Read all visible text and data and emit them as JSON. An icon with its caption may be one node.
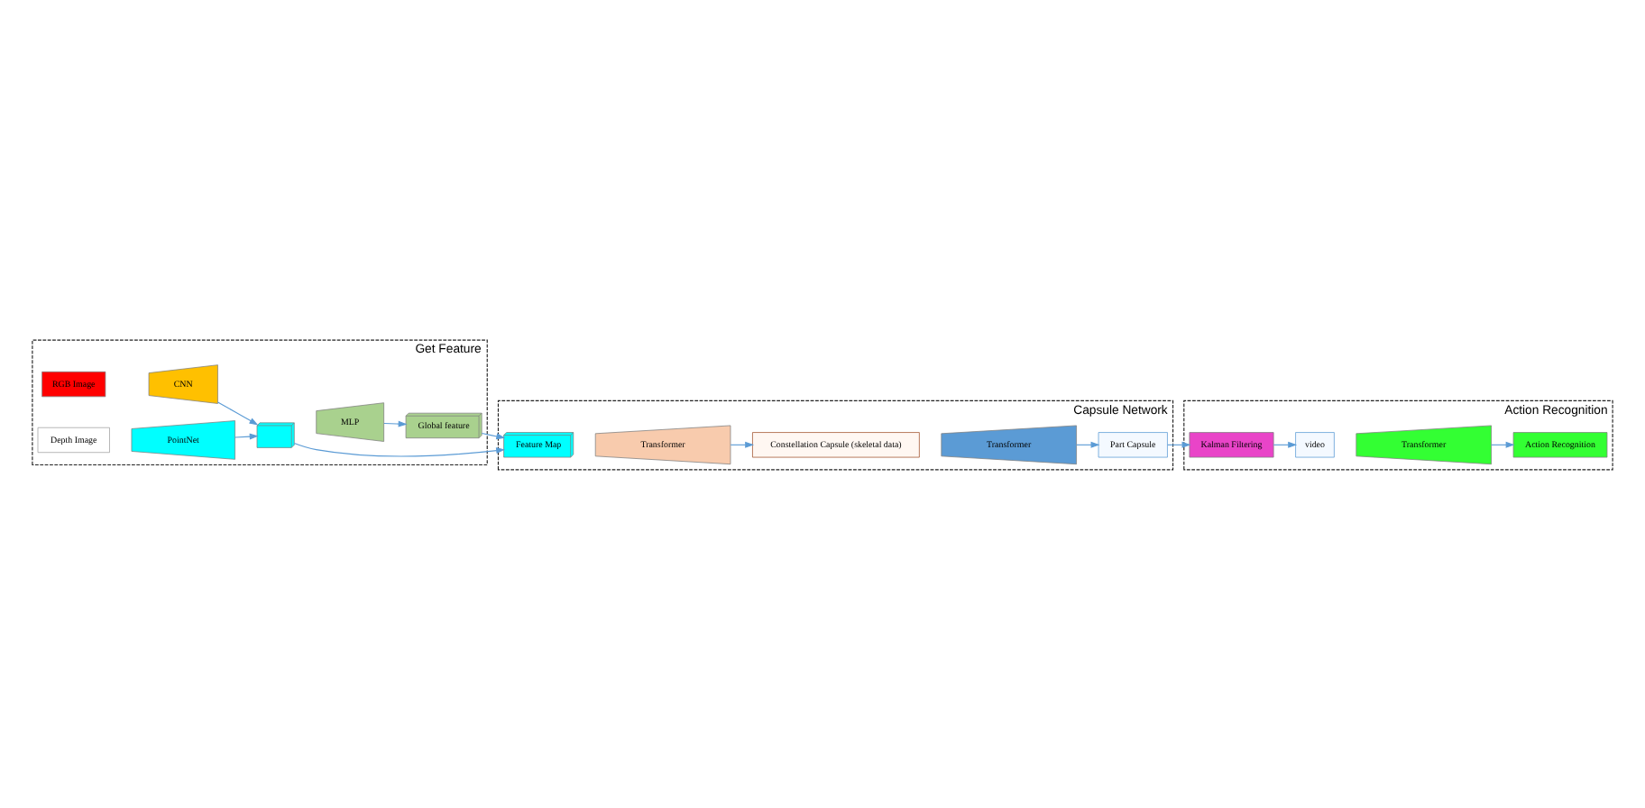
{
  "diagram": {
    "nodes": [
      {
        "text": [
          "Get Feature"
        ]
      },
      {
        "text": [
          "RGB Image"
        ],
        "in": 0
      },
      {
        "text": [
          "CNN"
        ],
        "in": 0
      },
      {
        "text": [
          "Depth Image"
        ],
        "in": 0
      },
      {
        "text": [
          "PointNet"
        ],
        "in": 0
      },
      {
        "text": [],
        "shape": "box",
        "in": 0
      },
      {
        "text": [
          "MLP"
        ],
        "in": 0
      },
      {
        "text": [
          "Global feature"
        ],
        "in": 0
      },
      {
        "text": [
          "Capsule Network"
        ]
      },
      {
        "text": [
          "Feature Map"
        ],
        "in": 8
      },
      {
        "text": [
          "Transformer"
        ],
        "in": 8
      },
      {
        "text": [
          "Constellation Capsule (skeletal data)"
        ],
        "in": 8
      },
      {
        "text": [
          "Transformer"
        ],
        "in": 8
      },
      {
        "text": [
          "Part Capsule"
        ],
        "in": 8
      },
      {
        "text": [
          "Action Recognition"
        ]
      },
      {
        "text": [
          "video"
        ],
        "in": 14
      },
      {
        "text": [
          "Kalman Filtering"
        ],
        "in": 14
      },
      {
        "text": [
          "Transformer"
        ],
        "in": 14
      },
      {
        "text": [
          "Action Recognition"
        ],
        "in": 14
      }
    ],
    "edges": [
      {
        "from": 2,
        "to": 5,
        "arrow": "to"
      },
      {
        "from": 4,
        "to": 5,
        "arrow": "to"
      },
      {
        "from": 6,
        "to": 7,
        "arrow": "to"
      },
      {
        "from": 5,
        "to": 9,
        "arrow": "to"
      },
      {
        "from": 7,
        "to": 9,
        "arrow": "to"
      },
      {
        "from": 10,
        "to": 11,
        "arrow": "to"
      },
      {
        "from": 12,
        "to": 13,
        "arrow": "to"
      },
      {
        "from": 13,
        "to": 16,
        "arrow": "to"
      },
      {
        "from": 16,
        "to": 15,
        "arrow": "to"
      },
      {
        "from": 17,
        "to": 18,
        "arrow": "to"
      }
    ]
  }
}
